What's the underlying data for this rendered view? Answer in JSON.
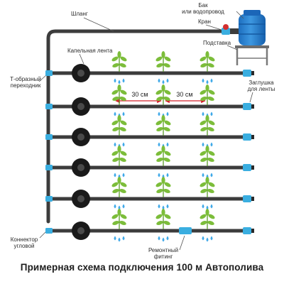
{
  "labels": {
    "hose": "Шланг",
    "tank_line1": "Бак",
    "tank_line2": "или водопровод",
    "valve": "Кран",
    "stand": "Подставка",
    "drip_tape": "Капельная лента",
    "tee_line1": "Т-образный",
    "tee_line2": "переходник",
    "end_plug_line1": "Заглушка",
    "end_plug_line2": "для ленты",
    "corner_line1": "Коннектор",
    "corner_line2": "угловой",
    "repair_line1": "Ремонтный",
    "repair_line2": "фитинг"
  },
  "spacing": {
    "left": "30 см",
    "right": "30 см"
  },
  "caption": "Примерная схема подключения 100 м Автополива",
  "colors": {
    "pipe": "#3c3c3c",
    "fitting": "#3aaee0",
    "leaf": "#7cbd3a",
    "drop": "#3fa9e8",
    "tank": "#1f7fd0",
    "dimension_arrow": "#d3202a",
    "valve": "#d32f2f"
  }
}
